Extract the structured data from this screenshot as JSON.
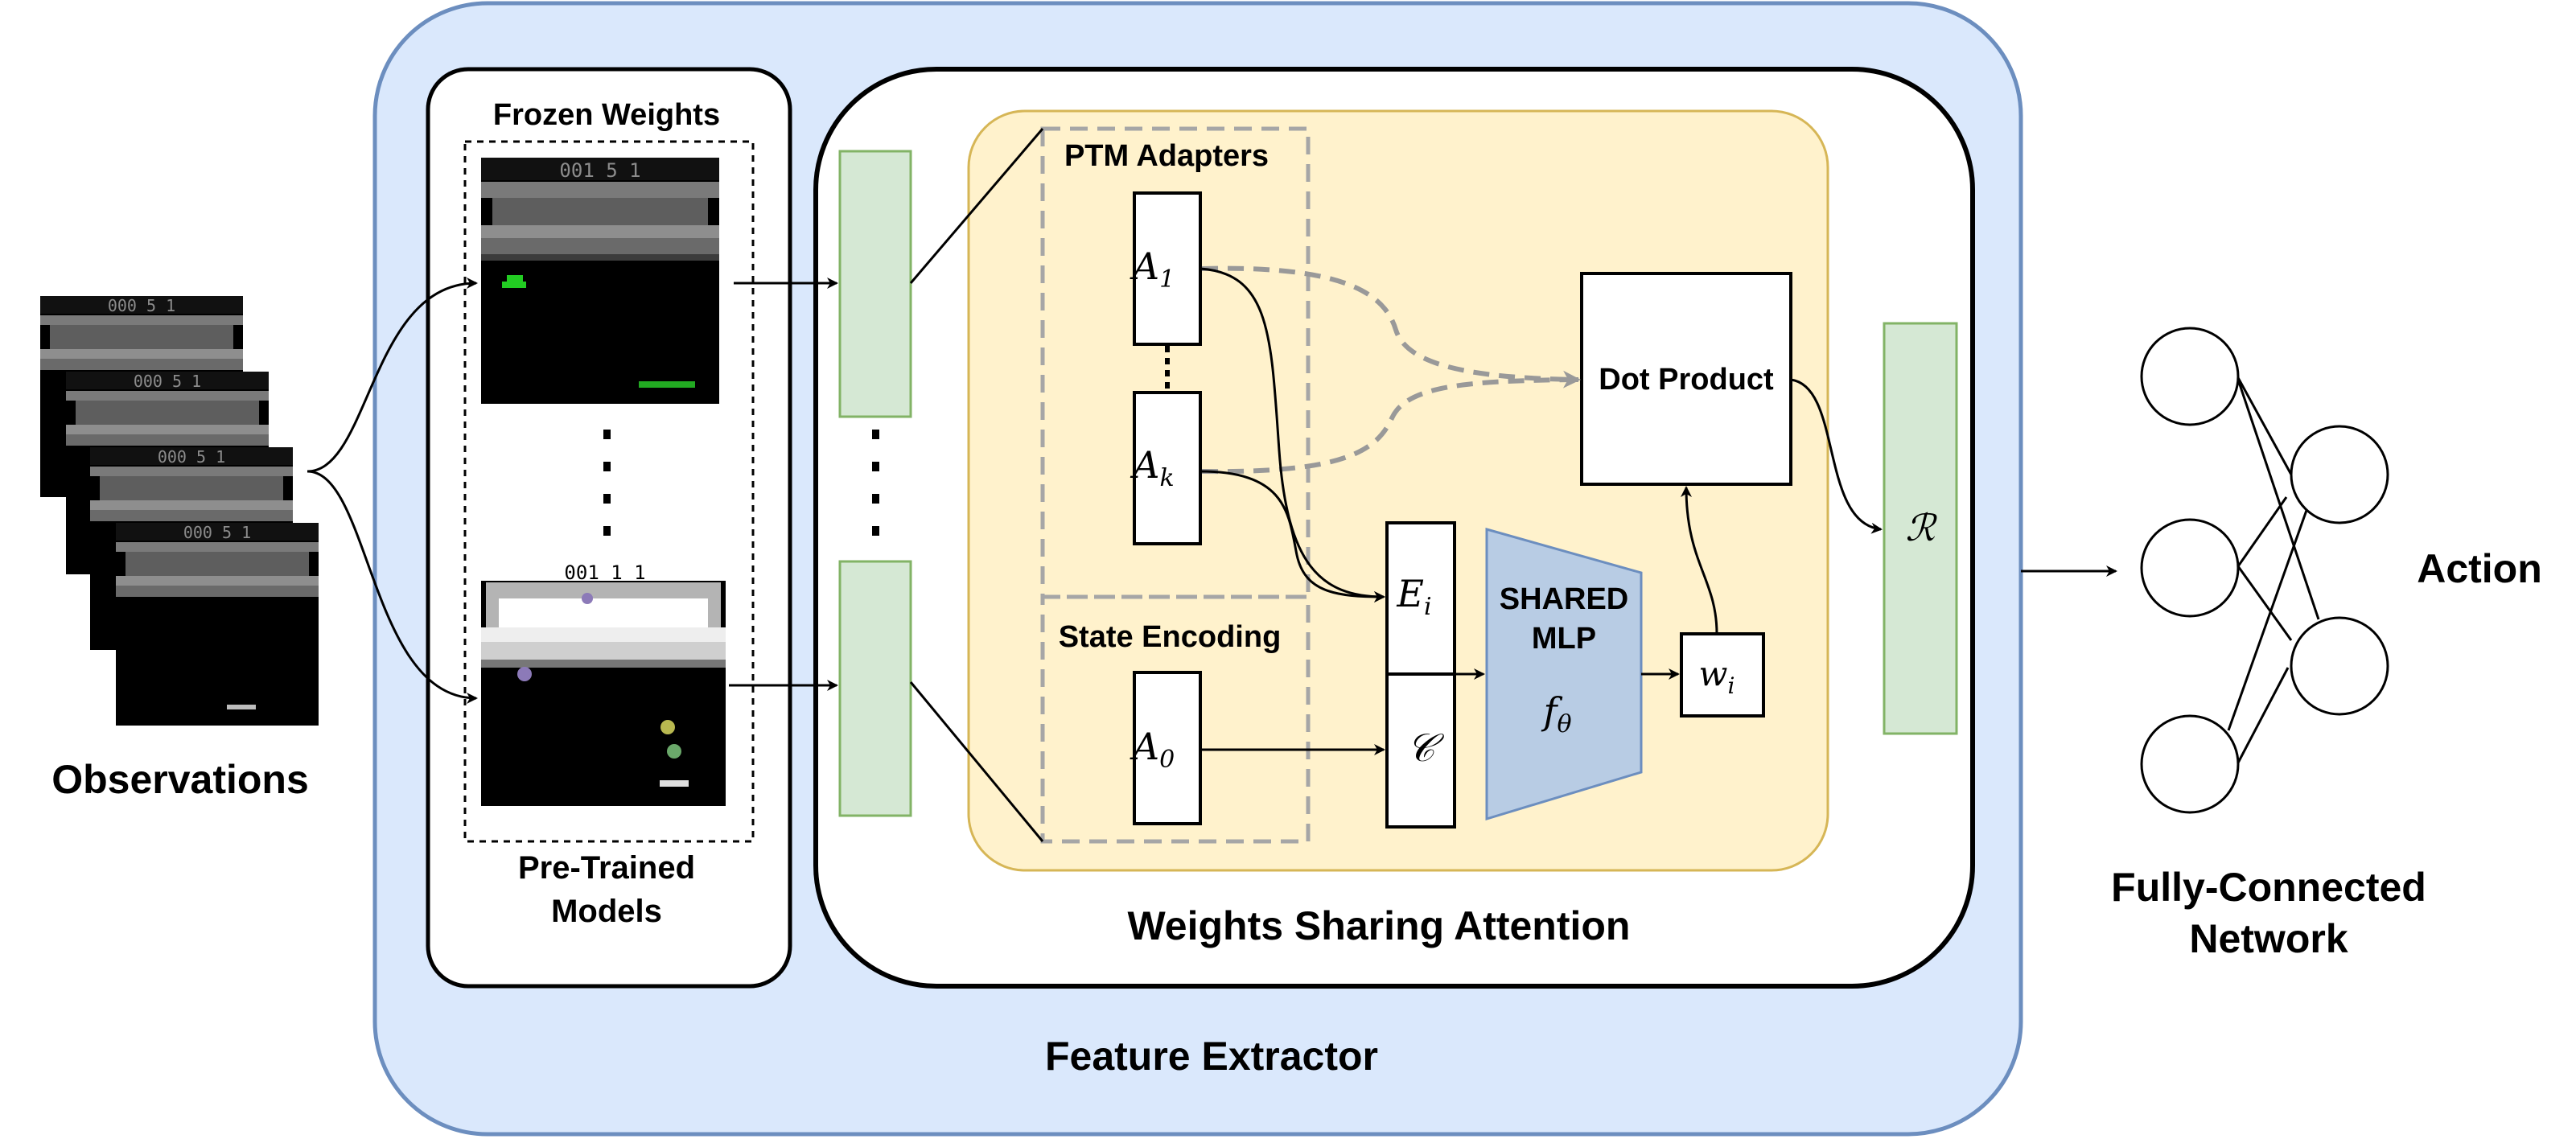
{
  "labels": {
    "observations": "Observations",
    "frozen_weights": "Frozen Weights",
    "pretrained_line1": "Pre-Trained",
    "pretrained_line2": "Models",
    "ptm_adapters": "PTM Adapters",
    "state_encoding": "State Encoding",
    "dot_product": "Dot Product",
    "shared_line1": "SHARED",
    "shared_line2": "MLP",
    "weights_sharing_attention": "Weights Sharing Attention",
    "feature_extractor": "Feature Extractor",
    "fc_line1": "Fully-Connected",
    "fc_line2": "Network",
    "action": "Action"
  },
  "math": {
    "a1": {
      "base": "A",
      "sub": "1"
    },
    "ak": {
      "base": "A",
      "sub": "k"
    },
    "a0": {
      "base": "A",
      "sub": "0"
    },
    "ei": {
      "base": "E",
      "sub": "i"
    },
    "c": "𝒞",
    "f": {
      "base": "f",
      "sub": "θ"
    },
    "w": {
      "base": "w",
      "sub": "i"
    },
    "r": "ℛ"
  },
  "game_screens": {
    "score_text_top": "001 5 1",
    "score_text_bottom": "001 1 1",
    "score_text_obs": "000 5 1"
  },
  "colors": {
    "feature_extractor_fill": "#dae8fc",
    "feature_extractor_stroke": "#6c8ebf",
    "attention_fill": "#fff2cc",
    "attention_stroke": "#d6b656",
    "feature_bar_fill": "#d5e8d4",
    "feature_bar_stroke": "#82b366",
    "mlp_fill": "#b8cce4",
    "dashed_gray": "#999999"
  }
}
